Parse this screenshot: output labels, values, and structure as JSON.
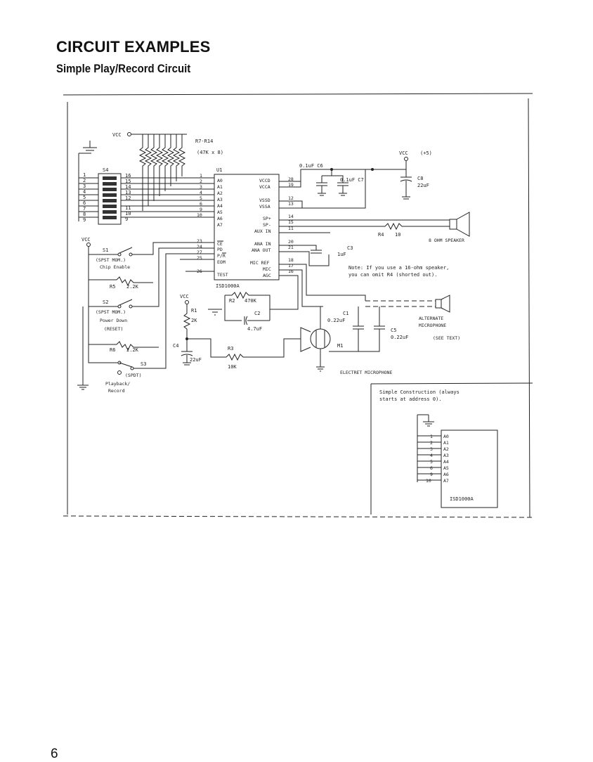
{
  "page": {
    "title": "CIRCUIT EXAMPLES",
    "subtitle": "Simple Play/Record Circuit",
    "page_number": "6"
  },
  "schematic": {
    "vcc": "VCC",
    "resistor_network": "R7-R14",
    "resistor_network_value": "(47K x 8)",
    "chip_label": "U1",
    "chip_part": "ISD1000A",
    "dip_switch": "S4",
    "dip_pins": [
      "1",
      "2",
      "3",
      "4",
      "5",
      "6",
      "7",
      "8",
      "9"
    ],
    "dip_pins_right": [
      "16",
      "15",
      "14",
      "13",
      "12",
      "11",
      "10",
      "9"
    ],
    "chip_pins_left": [
      {
        "num": "1",
        "name": "A0"
      },
      {
        "num": "2",
        "name": "A1"
      },
      {
        "num": "3",
        "name": "A2"
      },
      {
        "num": "4",
        "name": "A3"
      },
      {
        "num": "5",
        "name": "A4"
      },
      {
        "num": "6",
        "name": "A5"
      },
      {
        "num": "9",
        "name": "A6"
      },
      {
        "num": "10",
        "name": "A7"
      }
    ],
    "chip_pins_left_ctrl": [
      {
        "num": "23",
        "name": "CE"
      },
      {
        "num": "24",
        "name": "PD"
      },
      {
        "num": "27",
        "name": "P/R"
      },
      {
        "num": "25",
        "name": "EOM"
      },
      {
        "num": "26",
        "name": "TEST"
      }
    ],
    "chip_pins_right": [
      {
        "num": "28",
        "name": "VCCD"
      },
      {
        "num": "19",
        "name": "VCCA"
      },
      {
        "num": "12",
        "name": "VSSD"
      },
      {
        "num": "13",
        "name": "VSSA"
      },
      {
        "num": "14",
        "name": "SP+"
      },
      {
        "num": "15",
        "name": "SP-"
      },
      {
        "num": "11",
        "name": "AUX IN"
      },
      {
        "num": "20",
        "name": "ANA IN"
      },
      {
        "num": "21",
        "name": "ANA OUT"
      },
      {
        "num": "18",
        "name": "MIC REF"
      },
      {
        "num": "17",
        "name": "MIC"
      },
      {
        "num": "16",
        "name": "AGC"
      }
    ],
    "c6": "0.1uF  C6",
    "c7": "0.1uF  C7",
    "c8": "C8",
    "c8_value": "22uF",
    "vcc_right": "VCC",
    "vcc_right_note": "(+5)",
    "r4": "R4",
    "r4_value": "10",
    "speaker": "8 OHM SPEAKER",
    "c3": "C3",
    "c3_value": "1uF",
    "note_line1": "Note: If you use a 16-ohm speaker,",
    "note_line2": "you can omit R4 (shorted out).",
    "s1": "S1",
    "s1_type": "(SPST MOM.)",
    "s1_desc": "Chip Enable",
    "r5": "R5",
    "r5_value": "2.2K",
    "s2": "S2",
    "s2_type": "(SPST MOM.)",
    "s2_desc1": "Power Down",
    "s2_desc2": "(RESET)",
    "r6": "R6",
    "r6_value": "2.2K",
    "s3": "S3",
    "s3_type": "(SPDT)",
    "s3_desc1": "Playback/",
    "s3_desc2": "Record",
    "r2": "R2",
    "r2_value": "470K",
    "c2": "C2",
    "c2_value": "4.7uF",
    "r1": "R1",
    "r1_value": "2K",
    "c4": "C4",
    "c4_value": "22uF",
    "r3": "R3",
    "r3_value": "10K",
    "c1": "C1",
    "c1_value": "0.22uF",
    "m1": "M1",
    "electret": "ELECTRET MICROPHONE",
    "alt_mic1": "ALTERNATE",
    "alt_mic2": "MICROPHONE",
    "see_text": "(SEE TEXT)",
    "c5": "C5",
    "c5_value": "0.22uF"
  },
  "inset": {
    "line1": "Simple Construction (always",
    "line2": "starts at address 0).",
    "pins": [
      {
        "num": "1",
        "name": "A0"
      },
      {
        "num": "2",
        "name": "A1"
      },
      {
        "num": "3",
        "name": "A2"
      },
      {
        "num": "4",
        "name": "A3"
      },
      {
        "num": "5",
        "name": "A4"
      },
      {
        "num": "6",
        "name": "A5"
      },
      {
        "num": "9",
        "name": "A6"
      },
      {
        "num": "10",
        "name": "A7"
      }
    ],
    "chip": "ISD1000A"
  }
}
